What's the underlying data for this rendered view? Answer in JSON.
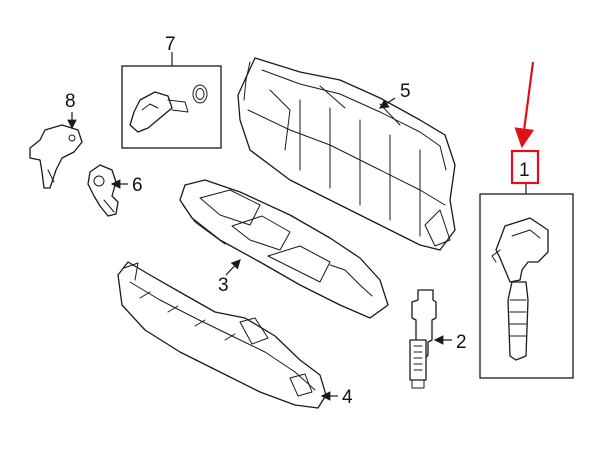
{
  "diagram": {
    "callouts": [
      {
        "id": "1",
        "label": "1"
      },
      {
        "id": "2",
        "label": "2"
      },
      {
        "id": "3",
        "label": "3"
      },
      {
        "id": "4",
        "label": "4"
      },
      {
        "id": "5",
        "label": "5"
      },
      {
        "id": "6",
        "label": "6"
      },
      {
        "id": "7",
        "label": "7"
      },
      {
        "id": "8",
        "label": "8"
      }
    ],
    "highlight_color": "#e0101a",
    "line_color": "#1a1a1a"
  }
}
